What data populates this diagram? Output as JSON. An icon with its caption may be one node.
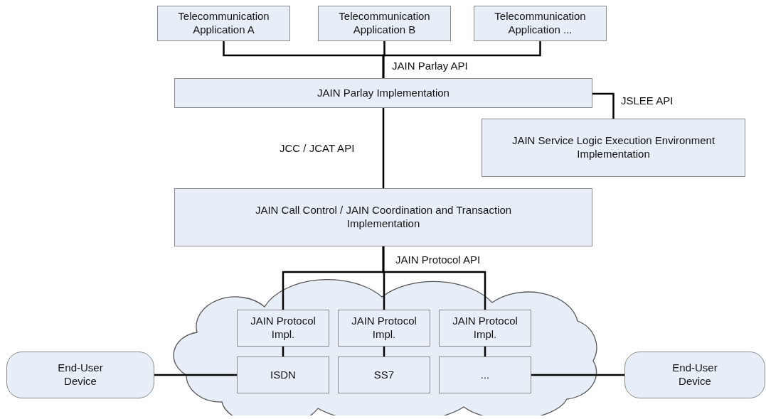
{
  "diagram": {
    "nodes": [
      {
        "text": [
          "Telecommunication Application A"
        ]
      },
      {
        "text": [
          "Telecommunication Application B"
        ]
      },
      {
        "text": [
          "Telecommunication Application ..."
        ]
      },
      {
        "text": [
          "JAIN Parlay Implementation"
        ]
      },
      {
        "text": [
          "JAIN Service Logic Execution Environment Implementation"
        ]
      },
      {
        "text": [
          "JAIN Call Control / JAIN Coordination and Transaction Implementation"
        ]
      },
      {
        "text": [],
        "shape": "cloud"
      },
      {
        "text": [
          "JAIN Protocol Impl."
        ],
        "in": 6
      },
      {
        "text": [
          "JAIN Protocol Impl."
        ],
        "in": 6
      },
      {
        "text": [
          "JAIN Protocol Impl."
        ],
        "in": 6
      },
      {
        "text": [
          "ISDN"
        ],
        "in": 6
      },
      {
        "text": [
          "SS7"
        ],
        "in": 6
      },
      {
        "text": [
          "..."
        ],
        "in": 6
      },
      {
        "text": [
          "End-User Device"
        ]
      },
      {
        "text": [
          "End-User Device"
        ]
      }
    ],
    "edges": [
      {
        "from": 0,
        "to": 3,
        "arrow": "none"
      },
      {
        "from": 1,
        "to": 3,
        "arrow": "none",
        "label": "JAIN Parlay API"
      },
      {
        "from": 2,
        "to": 3,
        "arrow": "none"
      },
      {
        "from": 3,
        "to": 4,
        "arrow": "none",
        "label": "JSLEE API"
      },
      {
        "from": 3,
        "to": 5,
        "arrow": "none",
        "label": "JCC / JCAT API"
      },
      {
        "from": 5,
        "to": 7,
        "arrow": "none"
      },
      {
        "from": 5,
        "to": 8,
        "arrow": "none",
        "label": "JAIN Protocol API"
      },
      {
        "from": 5,
        "to": 9,
        "arrow": "none"
      },
      {
        "from": 7,
        "to": 10,
        "arrow": "none"
      },
      {
        "from": 8,
        "to": 11,
        "arrow": "none"
      },
      {
        "from": 9,
        "to": 12,
        "arrow": "none"
      },
      {
        "from": 13,
        "to": 10,
        "arrow": "none"
      },
      {
        "from": 12,
        "to": 14,
        "arrow": "none"
      }
    ]
  }
}
